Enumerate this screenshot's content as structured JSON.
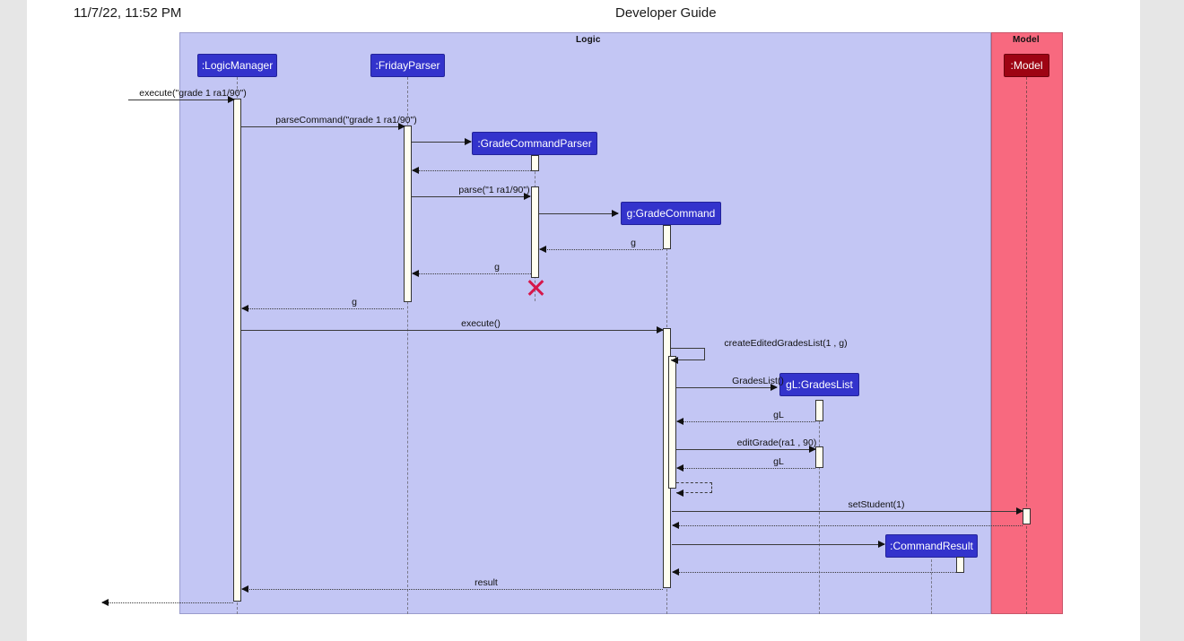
{
  "header": {
    "date": "11/7/22, 11:52 PM",
    "title": "Developer Guide"
  },
  "diagram": {
    "type": "uml-sequence-diagram",
    "frames": [
      {
        "key": "logic",
        "label": "Logic",
        "color": "#c3c6f4"
      },
      {
        "key": "model",
        "label": "Model",
        "color": "#f8697f"
      }
    ],
    "participants": [
      {
        "key": "logicmanager",
        "label": ":LogicManager",
        "frame": "Logic",
        "color": "#3333cc"
      },
      {
        "key": "fridayparser",
        "label": ":FridayParser",
        "frame": "Logic",
        "color": "#3333cc"
      },
      {
        "key": "gradecommandparser",
        "label": ":GradeCommandParser",
        "frame": "Logic",
        "color": "#3333cc"
      },
      {
        "key": "gradecommand",
        "label": "g:GradeCommand",
        "frame": "Logic",
        "color": "#3333cc"
      },
      {
        "key": "gradeslist",
        "label": "gL:GradesList",
        "frame": "Logic",
        "color": "#3333cc"
      },
      {
        "key": "commandresult",
        "label": ":CommandResult",
        "frame": "Logic",
        "color": "#3333cc"
      },
      {
        "key": "model",
        "label": ":Model",
        "frame": "Model",
        "color": "#9e0413"
      }
    ],
    "messages": [
      {
        "index": 0,
        "label": "execute(\"grade 1 ra1/90\")",
        "from": "actor",
        "to": "logicmanager",
        "kind": "call"
      },
      {
        "index": 1,
        "label": "parseCommand(\"grade 1 ra1/90\")",
        "from": "logicmanager",
        "to": "fridayparser",
        "kind": "call"
      },
      {
        "index": 2,
        "label": "",
        "from": "fridayparser",
        "to": "gradecommandparser",
        "kind": "create"
      },
      {
        "index": 3,
        "label": "",
        "from": "gradecommandparser",
        "to": "fridayparser",
        "kind": "return"
      },
      {
        "index": 4,
        "label": "parse(\"1 ra1/90\")",
        "from": "fridayparser",
        "to": "gradecommandparser",
        "kind": "call"
      },
      {
        "index": 5,
        "label": "",
        "from": "gradecommandparser",
        "to": "gradecommand",
        "kind": "create"
      },
      {
        "index": 6,
        "label": "g",
        "from": "gradecommand",
        "to": "gradecommandparser",
        "kind": "return"
      },
      {
        "index": 7,
        "label": "g",
        "from": "gradecommandparser",
        "to": "fridayparser",
        "kind": "return"
      },
      {
        "index": 8,
        "label": "",
        "from": "gradecommandparser",
        "to": "gradecommandparser",
        "kind": "destroy"
      },
      {
        "index": 9,
        "label": "g",
        "from": "fridayparser",
        "to": "logicmanager",
        "kind": "return"
      },
      {
        "index": 10,
        "label": "execute()",
        "from": "logicmanager",
        "to": "gradecommand",
        "kind": "call"
      },
      {
        "index": 11,
        "label": "createEditedGradesList(1 , g)",
        "from": "gradecommand",
        "to": "gradecommand",
        "kind": "self-call"
      },
      {
        "index": 12,
        "label": "GradesList()",
        "from": "gradecommand",
        "to": "gradeslist",
        "kind": "create"
      },
      {
        "index": 13,
        "label": "gL",
        "from": "gradeslist",
        "to": "gradecommand",
        "kind": "return"
      },
      {
        "index": 14,
        "label": "editGrade(ra1 , 90)",
        "from": "gradecommand",
        "to": "gradeslist",
        "kind": "call"
      },
      {
        "index": 15,
        "label": "gL",
        "from": "gradeslist",
        "to": "gradecommand",
        "kind": "return"
      },
      {
        "index": 16,
        "label": "",
        "from": "gradecommand",
        "to": "gradecommand",
        "kind": "self-return"
      },
      {
        "index": 17,
        "label": "setStudent(1)",
        "from": "gradecommand",
        "to": "model",
        "kind": "call"
      },
      {
        "index": 18,
        "label": "",
        "from": "model",
        "to": "gradecommand",
        "kind": "return"
      },
      {
        "index": 19,
        "label": "",
        "from": "gradecommand",
        "to": "commandresult",
        "kind": "create"
      },
      {
        "index": 20,
        "label": "",
        "from": "commandresult",
        "to": "gradecommand",
        "kind": "return"
      },
      {
        "index": 21,
        "label": "result",
        "from": "gradecommand",
        "to": "logicmanager",
        "kind": "return"
      },
      {
        "index": 22,
        "label": "",
        "from": "logicmanager",
        "to": "actor",
        "kind": "return"
      }
    ]
  }
}
